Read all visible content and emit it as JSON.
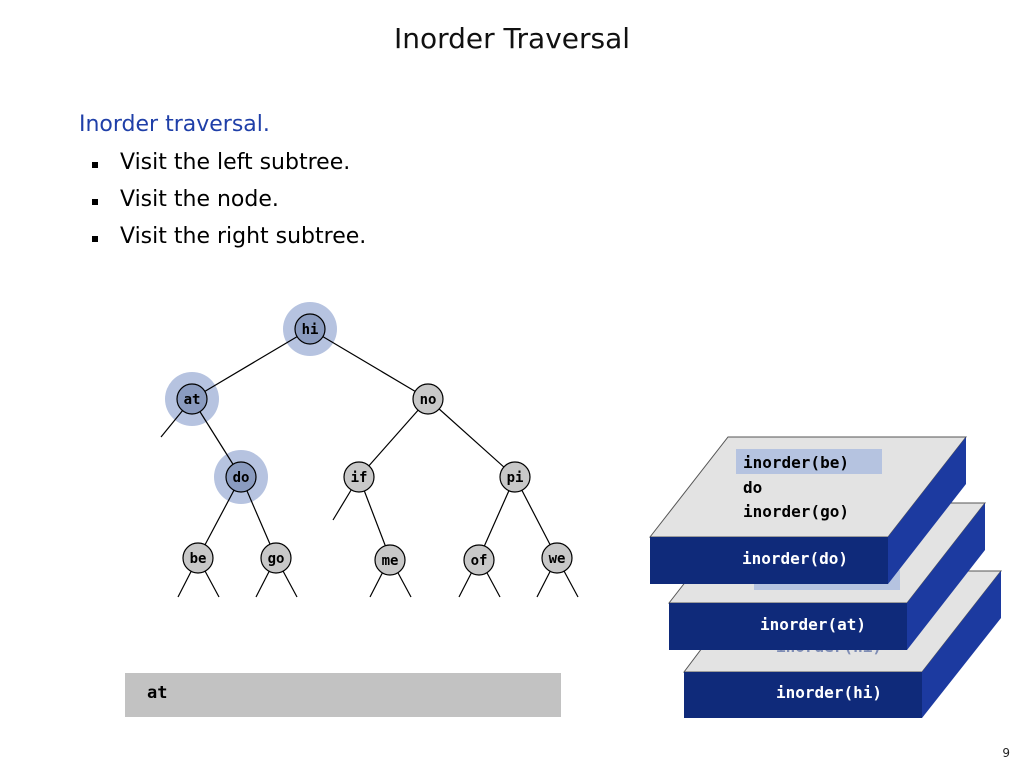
{
  "slide": {
    "title": "Inorder Traversal",
    "heading": "Inorder traversal.",
    "bullets": [
      "Visit the left subtree.",
      "Visit the node.",
      "Visit the right subtree."
    ],
    "page_number": "9"
  },
  "tree": {
    "nodes": {
      "hi": {
        "label": "hi",
        "state": "visited-halo"
      },
      "at": {
        "label": "at",
        "state": "visited-halo"
      },
      "no": {
        "label": "no",
        "state": "normal"
      },
      "do": {
        "label": "do",
        "state": "visited-halo"
      },
      "if": {
        "label": "if",
        "state": "normal"
      },
      "pi": {
        "label": "pi",
        "state": "normal"
      },
      "be": {
        "label": "be",
        "state": "normal"
      },
      "go": {
        "label": "go",
        "state": "normal"
      },
      "me": {
        "label": "me",
        "state": "normal"
      },
      "of": {
        "label": "of",
        "state": "normal"
      },
      "we": {
        "label": "we",
        "state": "normal"
      }
    }
  },
  "output": {
    "text": "at"
  },
  "call_stack": {
    "top_frame_lines": [
      "inorder(be)",
      "do",
      "inorder(go)"
    ],
    "frames": [
      "inorder(do)",
      "inorder(at)",
      "inorder(hi)"
    ],
    "hidden_fragment": "inorder(hi)"
  },
  "colors": {
    "node_normal": "#c8c8c8",
    "node_visited": "#8a9bbf",
    "halo": "#b6c3e0",
    "frame_front": "#0f2a7a",
    "frame_side": "#1c3aa0",
    "frame_top": "#e3e3e3",
    "highlight": "#b5c3e0"
  }
}
